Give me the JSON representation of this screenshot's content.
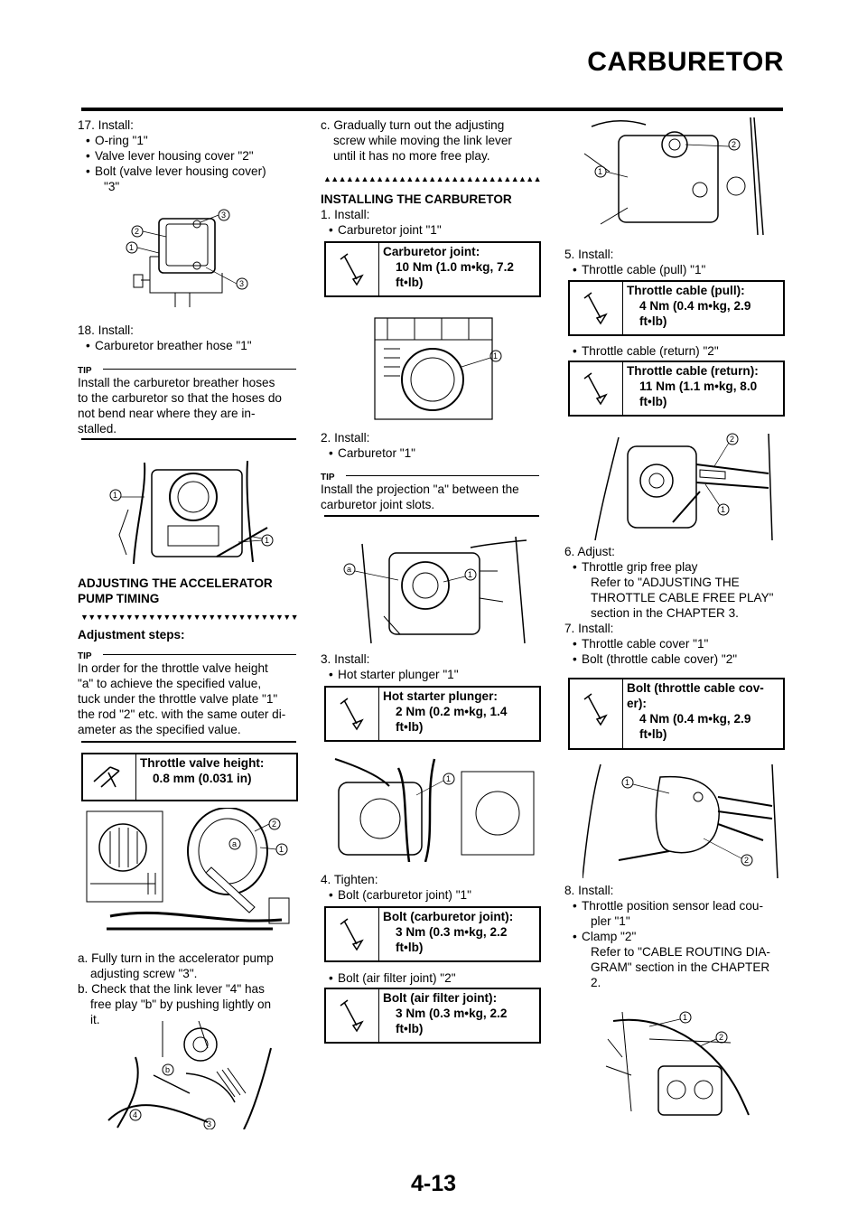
{
  "header": {
    "title": "CARBURETOR"
  },
  "col1": {
    "s17": [
      "17. Install:",
      "O-ring \"1\"",
      "Valve lever housing cover \"2\"",
      "Bolt (valve lever housing cover)",
      "\"3\""
    ],
    "s18": [
      "18. Install:",
      "Carburetor breather hose \"1\""
    ],
    "tip1_label": "TIP",
    "tip1": [
      "Install the carburetor breather hoses",
      "to the carburetor so that the hoses do",
      "not bend near where they are in-",
      "stalled."
    ],
    "heading": [
      "ADJUSTING THE ACCELERATOR",
      "PUMP TIMING"
    ],
    "arrows_down": "▼▼▼▼▼▼▼▼▼▼▼▼▼▼▼▼▼▼▼▼▼▼▼▼▼▼▼▼▼▼▼▼▼▼▼▼▼▼▼▼",
    "adj_steps": "Adjustment steps:",
    "tip2_label": "TIP",
    "tip2": [
      "In order for the throttle valve height",
      "\"a\" to achieve the specified value,",
      "tuck under the throttle valve plate \"1\"",
      "the rod \"2\" etc. with the same outer di-",
      "ameter as the specified value."
    ],
    "spec_label": "Throttle valve height:",
    "spec_value": "0.8 mm (0.031 in)",
    "step_a": [
      "a.  Fully turn in the accelerator pump",
      "adjusting screw \"3\"."
    ],
    "step_b": [
      "b.  Check that the link lever \"4\" has",
      "free play \"b\" by pushing lightly on",
      "it."
    ]
  },
  "col2": {
    "step_c": [
      "c.  Gradually turn out the adjusting",
      "screw while moving the link lever",
      "until it has no more free play."
    ],
    "arrows_up": "▲▲▲▲▲▲▲▲▲▲▲▲▲▲▲▲▲▲▲▲▲▲▲▲▲▲▲▲▲▲▲▲▲▲▲▲▲▲▲▲",
    "heading": "INSTALLING THE CARBURETOR",
    "s1": [
      "1.  Install:",
      "Carburetor joint \"1\""
    ],
    "spec1": [
      "Carburetor joint:",
      "10 Nm (1.0 m•kg, 7.2",
      "ft•lb)"
    ],
    "s2": [
      "2.  Install:",
      "Carburetor \"1\""
    ],
    "tip_label": "TIP",
    "tip": [
      "Install the projection \"a\" between the",
      "carburetor joint slots."
    ],
    "s3": [
      "3.  Install:",
      "Hot starter plunger \"1\""
    ],
    "spec3": [
      "Hot starter plunger:",
      "2 Nm (0.2 m•kg, 1.4",
      "ft•lb)"
    ],
    "s4": [
      "4.  Tighten:",
      "Bolt (carburetor joint) \"1\""
    ],
    "spec4a": [
      "Bolt (carburetor joint):",
      "3 Nm (0.3 m•kg, 2.2",
      "ft•lb)"
    ],
    "s4b": "Bolt (air filter joint) \"2\"",
    "spec4b": [
      "Bolt (air filter joint):",
      "3 Nm (0.3 m•kg, 2.2",
      "ft•lb)"
    ]
  },
  "col3": {
    "s5": [
      "5.  Install:",
      "Throttle cable (pull) \"1\""
    ],
    "spec5a": [
      "Throttle cable (pull):",
      "4 Nm (0.4 m•kg, 2.9",
      "ft•lb)"
    ],
    "s5b": "Throttle cable (return) \"2\"",
    "spec5b": [
      "Throttle cable (return):",
      "11 Nm (1.1 m•kg, 8.0",
      "ft•lb)"
    ],
    "s6": [
      "6.  Adjust:",
      "Throttle grip free play",
      "Refer to \"ADJUSTING THE",
      "THROTTLE CABLE FREE PLAY\"",
      "section in the CHAPTER 3."
    ],
    "s7": [
      "7.  Install:",
      "Throttle cable cover \"1\"",
      "Bolt (throttle cable cover) \"2\""
    ],
    "spec7": [
      "Bolt (throttle cable cov-",
      "er):",
      "4 Nm (0.4 m•kg, 2.9",
      "ft•lb)"
    ],
    "s8": [
      "8.  Install:",
      "Throttle position sensor lead cou-",
      "pler \"1\"",
      "Clamp \"2\"",
      "Refer to \"CABLE ROUTING DIA-",
      "GRAM\" section in the CHAPTER",
      "2."
    ]
  },
  "callouts": {
    "one": "1",
    "two": "2",
    "three": "3",
    "four": "4",
    "a": "a",
    "b": "b"
  },
  "footer": {
    "page_number": "4-13"
  }
}
